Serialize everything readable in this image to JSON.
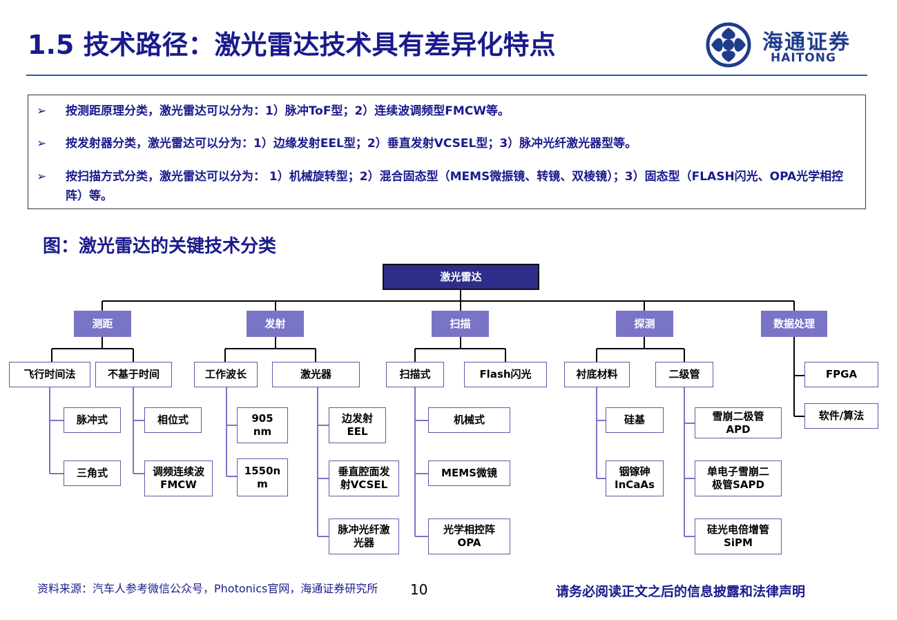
{
  "header": {
    "title": "1.5 技术路径：激光雷达技术具有差异化特点",
    "logo_cn": "海通证券",
    "logo_en": "HAITONG"
  },
  "bullets": [
    "按测距原理分类，激光雷达可以分为：1）脉冲ToF型；2）连续波调频型FMCW等。",
    "按发射器分类，激光雷达可以分为：1）边缘发射EEL型；2）垂直发射VCSEL型；3）脉冲光纤激光器型等。",
    "按扫描方式分类，激光雷达可以分为： 1）机械旋转型；2）混合固态型（MEMS微振镜、转镜、双棱镜）；3）固态型（FLASH闪光、OPA光学相控阵）等。"
  ],
  "figure_title": "图：激光雷达的关键技术分类",
  "tree": {
    "root": "激光雷达",
    "categories": [
      "测距",
      "发射",
      "扫描",
      "探测",
      "数据处理"
    ],
    "sub": {
      "ranging": [
        "飞行时间法",
        "不基于时间"
      ],
      "emission": [
        "工作波长",
        "激光器"
      ],
      "scanning": [
        "扫描式",
        "Flash闪光"
      ],
      "detection": [
        "衬底材料",
        "二级管"
      ]
    },
    "leaves": {
      "tof": [
        "脉冲式",
        "三角式"
      ],
      "non_time": [
        "相位式",
        "调频连续波FMCW"
      ],
      "wavelength": [
        "905 nm",
        "1550nm"
      ],
      "laser": [
        "边发射EEL",
        "垂直腔面发射VCSEL",
        "脉冲光纤激光器"
      ],
      "scan": [
        "机械式",
        "MEMS微镜",
        "光学相控阵OPA"
      ],
      "substrate": [
        "硅基",
        "铟镓砷InCaAs"
      ],
      "diode": [
        "雪崩二极管APD",
        "单电子雪崩二极管SAPD",
        "硅光电倍增管SiPM"
      ],
      "processing": [
        "FPGA",
        "软件/算法"
      ]
    }
  },
  "footer": {
    "source": "资料来源：汽车人参考微信公众号，Photonics官网，海通证券研究所",
    "page": "10",
    "disclaimer": "请务必阅读正文之后的信息披露和法律声明"
  }
}
